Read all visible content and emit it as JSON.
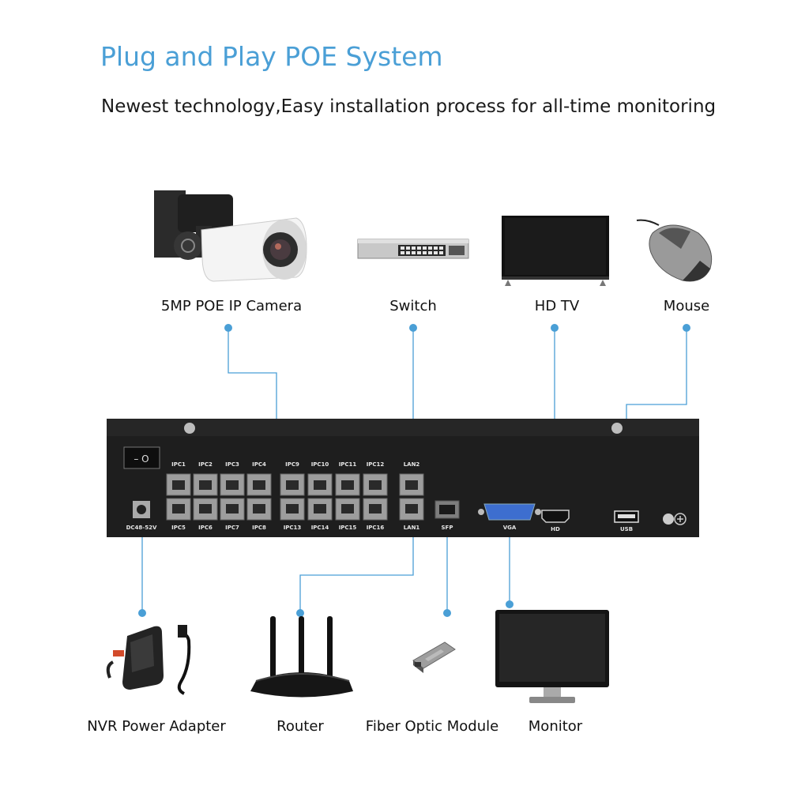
{
  "title": "Plug and Play POE System",
  "subtitle": "Newest technology,Easy installation process for all-time monitoring",
  "top_devices": {
    "camera": "5MP POE IP Camera",
    "switch": "Switch",
    "hdtv": "HD TV",
    "mouse": "Mouse"
  },
  "bottom_devices": {
    "power_adapter": "NVR Power Adapter",
    "router": "Router",
    "fiber": "Fiber Optic Module",
    "monitor": "Monitor"
  },
  "nvr": {
    "ports_top": [
      "IPC1",
      "IPC2",
      "IPC3",
      "IPC4",
      "IPC9",
      "IPC10",
      "IPC11",
      "IPC12"
    ],
    "ports_bottom": [
      "IPC5",
      "IPC6",
      "IPC7",
      "IPC8",
      "IPC13",
      "IPC14",
      "IPC15",
      "IPC16"
    ],
    "lan2": "LAN2",
    "lan1": "LAN1",
    "sfp": "SFP",
    "vga": "VGA",
    "hd": "HD",
    "usb": "USB",
    "dc": "DC48-52V"
  },
  "colors": {
    "accent": "#4a9fd6",
    "chassis": "#1e1e1e"
  }
}
